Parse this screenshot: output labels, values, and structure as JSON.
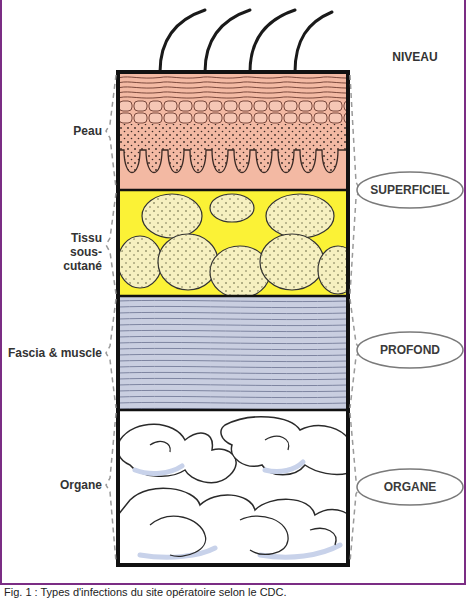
{
  "diagram": {
    "caption": "Fig. 1 : Types d'infections du site opératoire selon le CDC.",
    "nodes": [
      {
        "text": [
          "SUPERFICIEL"
        ]
      },
      {
        "text": [
          "PROFOND"
        ]
      },
      {
        "text": [
          "ORGANE"
        ]
      }
    ],
    "labels": [
      "NIVEAU",
      "Peau",
      "Tissu sous-cutané",
      "Fascia & muscle",
      "Organe"
    ]
  }
}
